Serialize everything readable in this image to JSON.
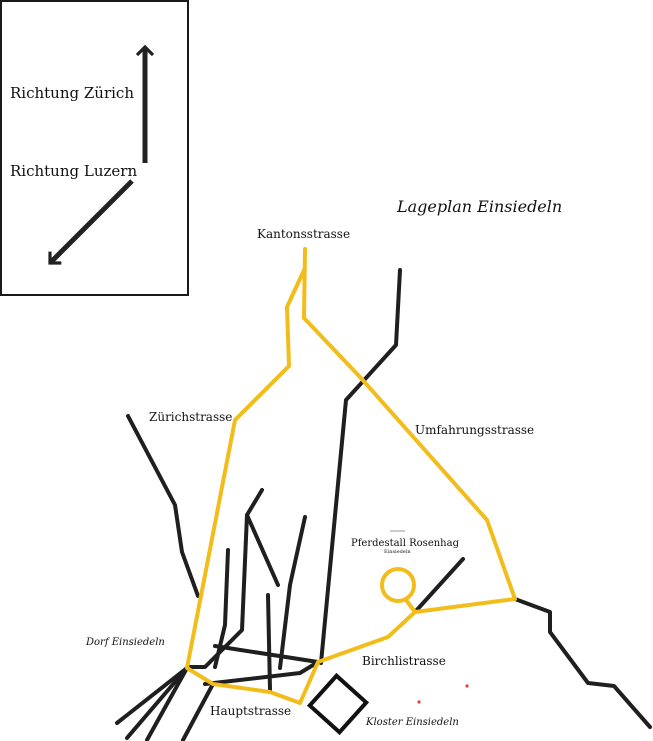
{
  "title": "Lageplan Einsiedeln",
  "legend": {
    "north_label": "Richtung Zürich",
    "southwest_label": "Richtung Luzern"
  },
  "labels": {
    "kantonsstrasse": "Kantonsstrasse",
    "zuerichstrasse": "Zürichstrasse",
    "umfahrungsstrasse": "Umfahrungsstrasse",
    "birchlistrasse": "Birchlistrasse",
    "hauptstrasse": "Hauptstrasse",
    "dorf": "Dorf Einsiedeln",
    "kloster": "Kloster Einsiedeln",
    "destination": "Pferdestall Rosenhag",
    "destination_sub": "Einsiedeln"
  },
  "colors": {
    "main_road": "#f2bd1b",
    "street": "#1f1f1f",
    "marker": "#e04040",
    "text": "#111111"
  }
}
